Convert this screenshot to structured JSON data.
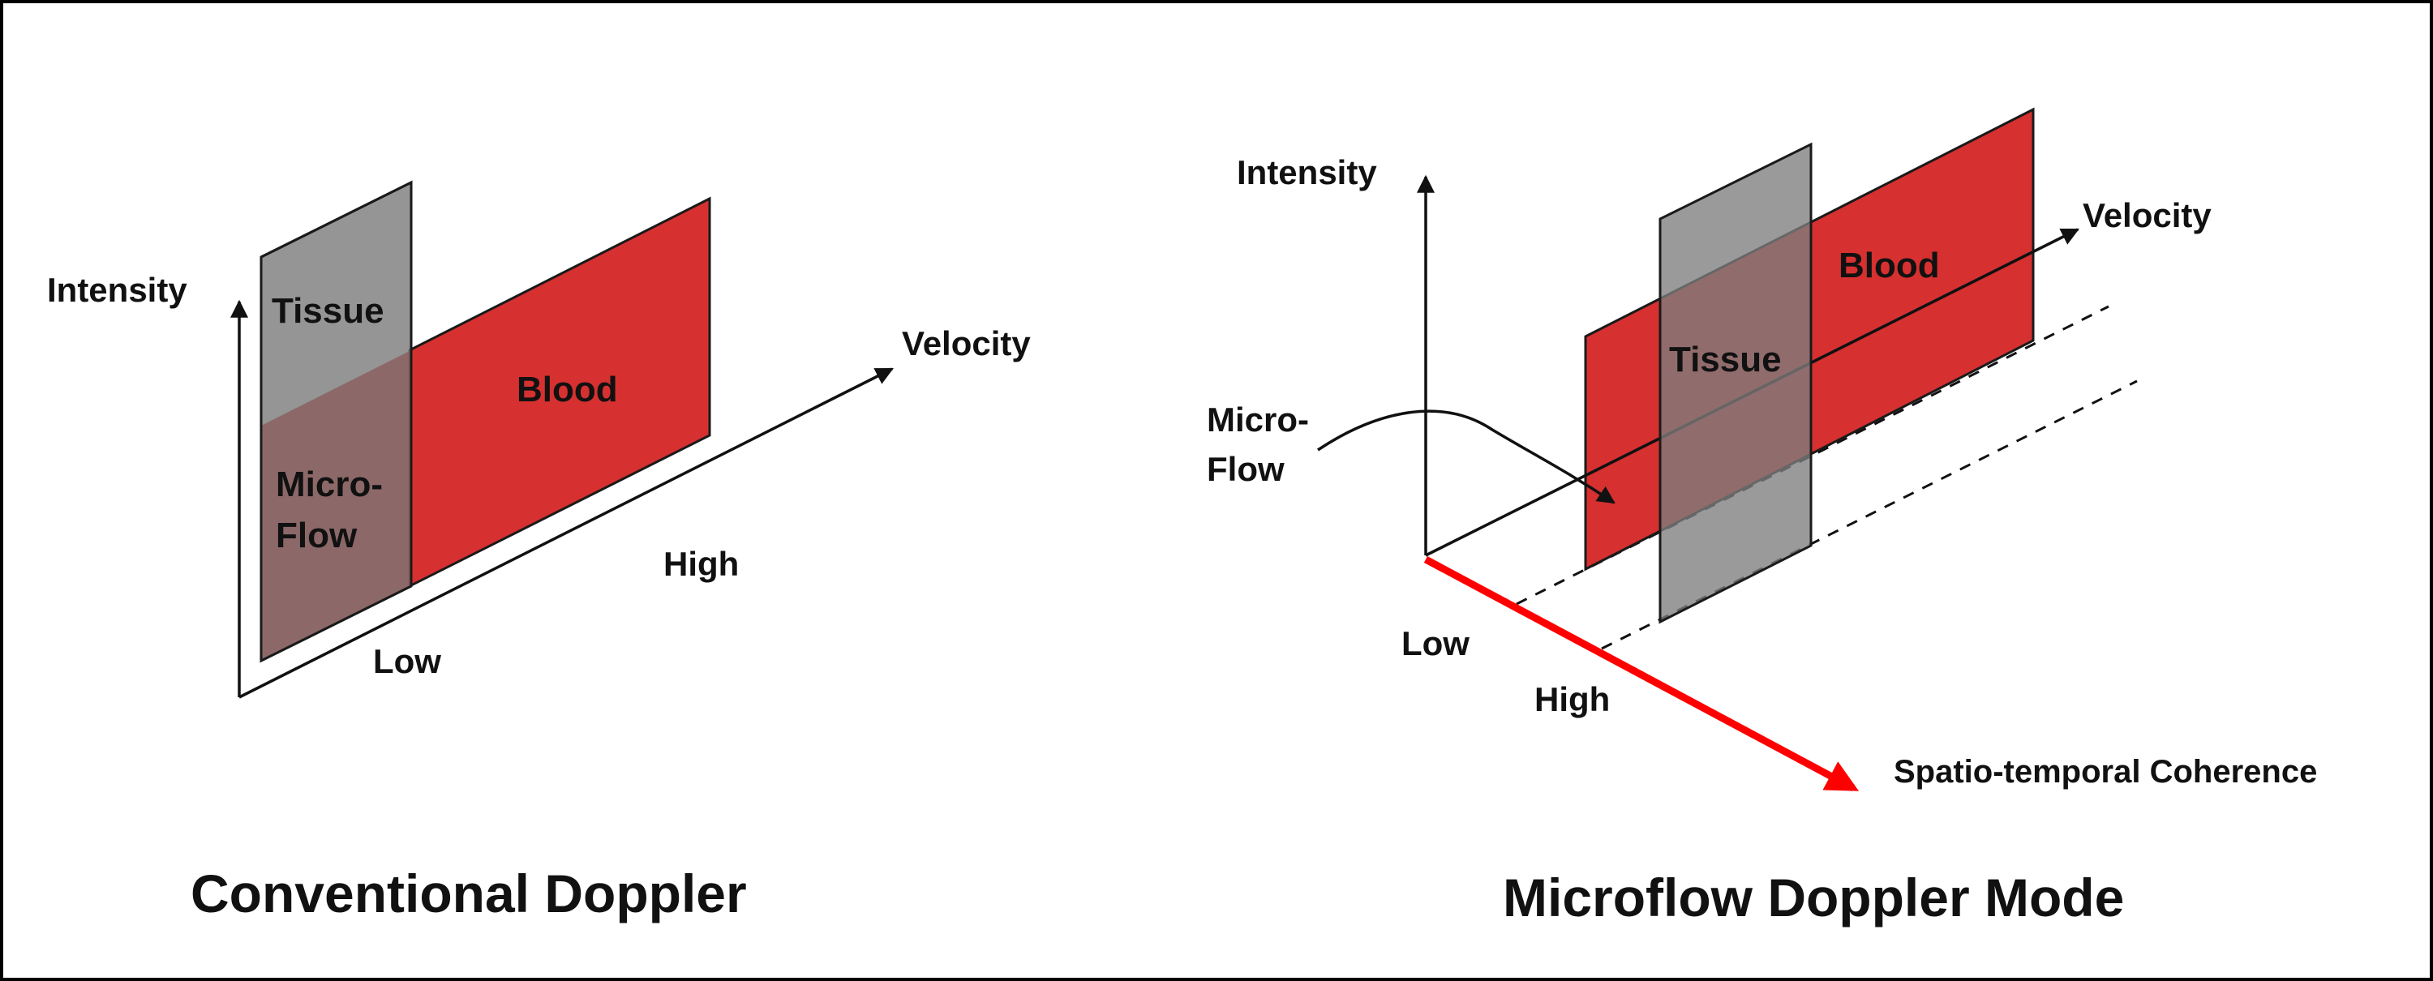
{
  "colors": {
    "blood": "#d63030",
    "tissue": "#8f8f8f",
    "coherence_axis": "#ff0000",
    "outline": "#1a1a1a",
    "frame": "#000000"
  },
  "left_panel": {
    "title": "Conventional Doppler",
    "axis_intensity": "Intensity",
    "axis_velocity": "Velocity",
    "low_label": "Low",
    "high_label": "High",
    "tissue_label": "Tissue",
    "blood_label": "Blood",
    "microflow_label_line1": "Micro-",
    "microflow_label_line2": "Flow"
  },
  "right_panel": {
    "title": "Microflow Doppler Mode",
    "axis_intensity": "Intensity",
    "axis_velocity": "Velocity",
    "low_label": "Low",
    "high_label": "High",
    "tissue_label": "Tissue",
    "blood_label": "Blood",
    "microflow_label_line1": "Micro-",
    "microflow_label_line2": "Flow",
    "coherence_label": "Spatio-temporal Coherence"
  }
}
